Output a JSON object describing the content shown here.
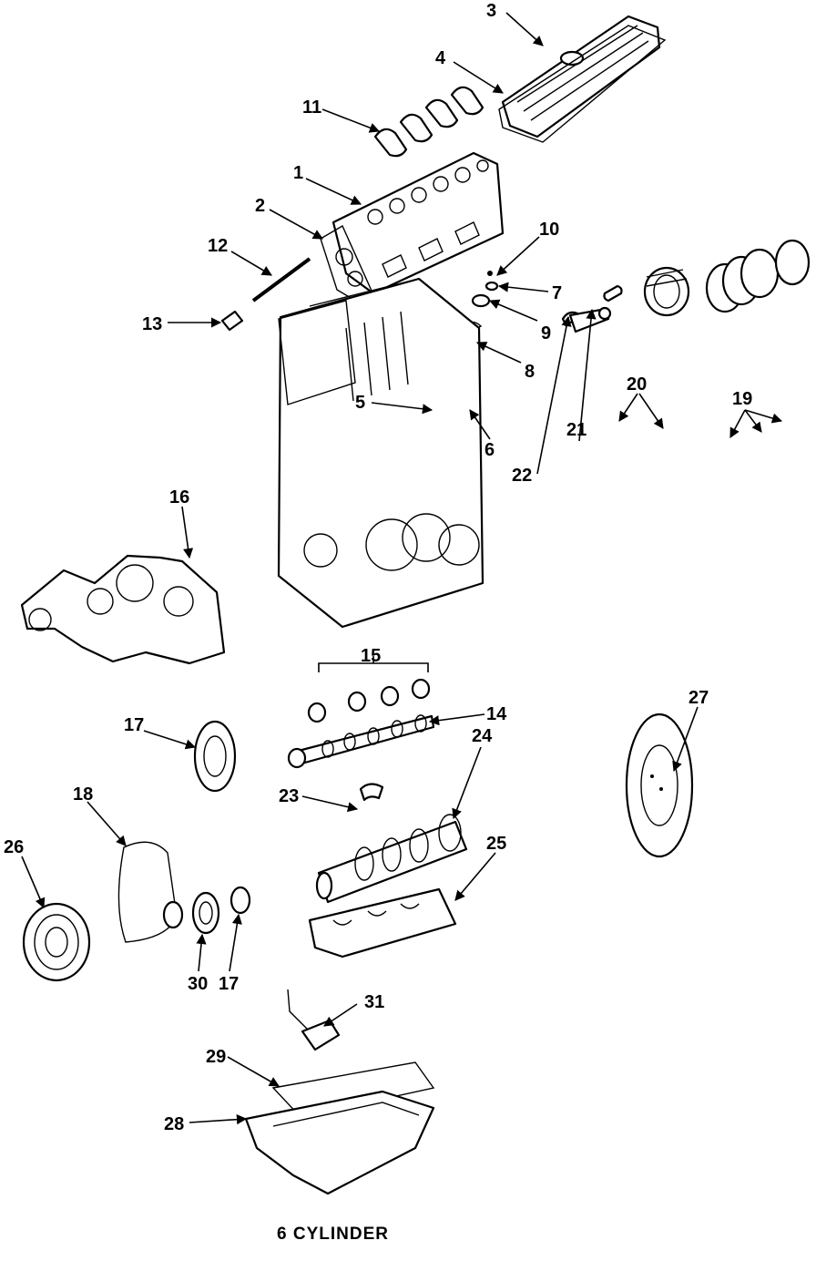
{
  "diagram": {
    "caption": "6 CYLINDER",
    "callouts": {
      "c1": "1",
      "c2": "2",
      "c3": "3",
      "c4": "4",
      "c5": "5",
      "c6": "6",
      "c7": "7",
      "c8": "8",
      "c9": "9",
      "c10": "10",
      "c11": "11",
      "c12": "12",
      "c13": "13",
      "c14": "14",
      "c15": "15",
      "c16": "16",
      "c17a": "17",
      "c17b": "17",
      "c18": "18",
      "c19": "19",
      "c20": "20",
      "c21": "21",
      "c22": "22",
      "c23": "23",
      "c24": "24",
      "c25": "25",
      "c26": "26",
      "c27": "27",
      "c28": "28",
      "c29": "29",
      "c30": "30",
      "c31": "31"
    }
  }
}
